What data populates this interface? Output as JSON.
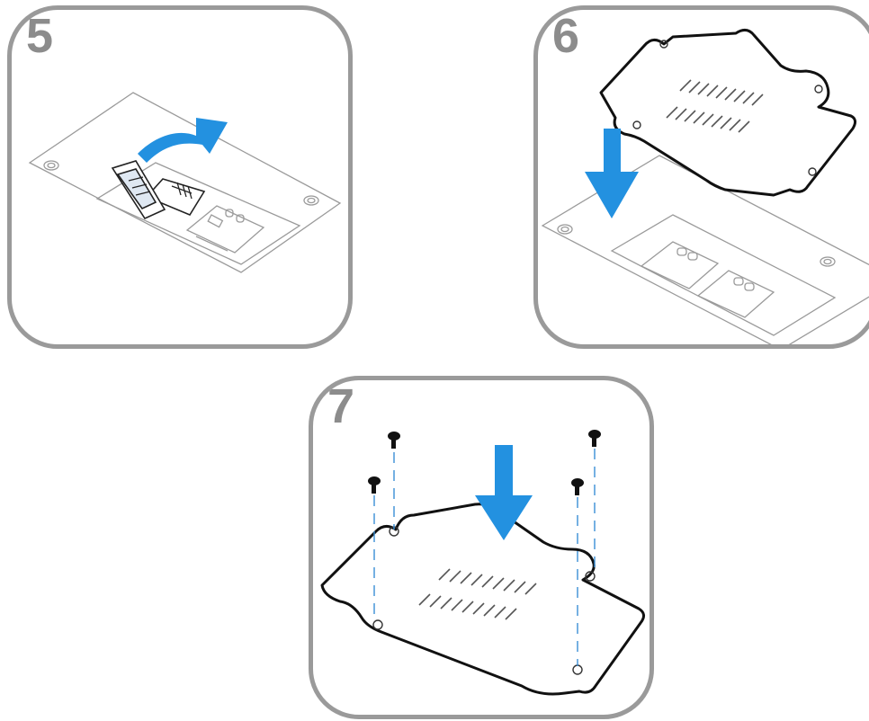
{
  "steps": [
    {
      "number": "5"
    },
    {
      "number": "6"
    },
    {
      "number": "7"
    }
  ],
  "colors": {
    "frame": "#9a9a9a",
    "arrow": "#2391e0",
    "outline": "#111111"
  },
  "icons": [
    "curved-arrow-icon",
    "down-arrow-icon",
    "screw-icon"
  ]
}
